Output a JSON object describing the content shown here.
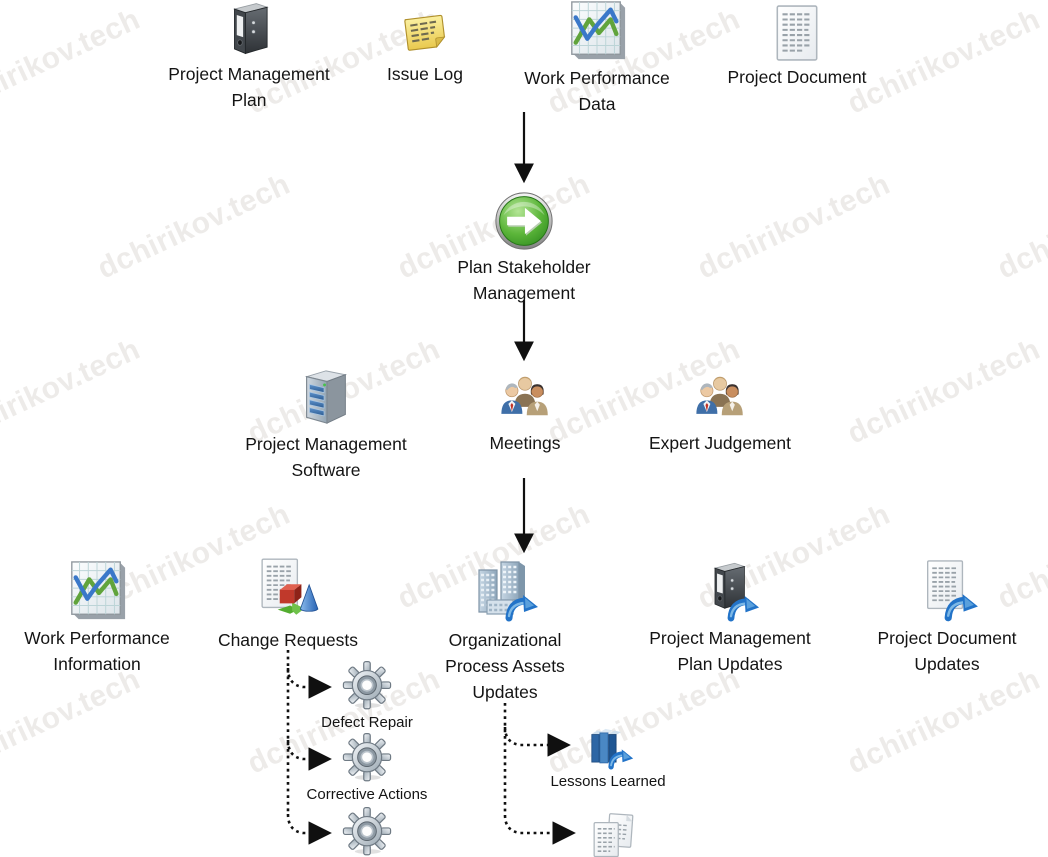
{
  "watermark": {
    "text": "dchirikov.tech"
  },
  "process": {
    "name": "Plan Stakeholder Management"
  },
  "nodes": {
    "pmp": {
      "lines": [
        "Project Management",
        "Plan"
      ]
    },
    "issue_log": {
      "lines": [
        "Issue Log"
      ]
    },
    "wpd": {
      "lines": [
        "Work Performance",
        "Data"
      ]
    },
    "pdoc": {
      "lines": [
        "Project Document"
      ]
    },
    "process": {
      "lines": [
        "Plan Stakeholder",
        "Management"
      ]
    },
    "pmsoft": {
      "lines": [
        "Project Management",
        "Software"
      ]
    },
    "meetings": {
      "lines": [
        "Meetings"
      ]
    },
    "expert": {
      "lines": [
        "Expert Judgement"
      ]
    },
    "wpi": {
      "lines": [
        "Work Performance",
        "Information"
      ]
    },
    "chreq": {
      "lines": [
        "Change Requests"
      ]
    },
    "opa": {
      "lines": [
        "Organizational",
        "Process Assets",
        "Updates"
      ]
    },
    "pmpu": {
      "lines": [
        "Project Management",
        "Plan Updates"
      ]
    },
    "pdu": {
      "lines": [
        "Project Document",
        "Updates"
      ]
    },
    "defect": {
      "lines": [
        "Defect Repair"
      ]
    },
    "corrective": {
      "lines": [
        "Corrective Actions"
      ]
    },
    "lessons": {
      "lines": [
        "Lessons Learned"
      ]
    }
  },
  "icon_colors": {
    "process_green": "#4aa62e",
    "update_arrow_blue": "#2273c8",
    "chart_line_blue": "#3a78c9",
    "chart_line_green": "#61a43c",
    "note_yellow": "#eacb52",
    "cube_red": "#c0392b",
    "cone_blue": "#2f6fc0"
  }
}
